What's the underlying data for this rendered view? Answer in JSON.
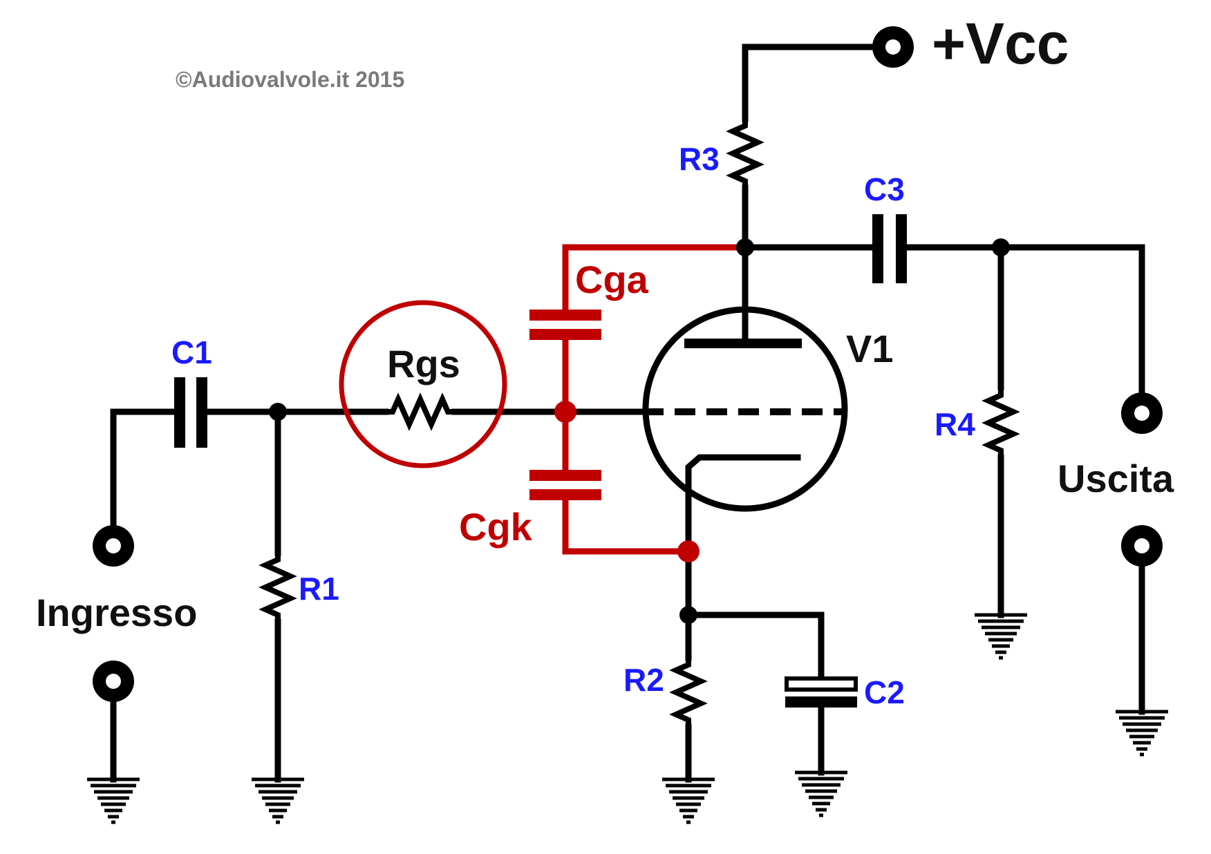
{
  "copyright": "©Audiovalvole.it 2015",
  "supply": "+Vcc",
  "components": {
    "c1": "C1",
    "c2": "C2",
    "c3": "C3",
    "r1": "R1",
    "r2": "R2",
    "r3": "R3",
    "r4": "R4",
    "rgs": "Rgs",
    "v1": "V1",
    "cga": "Cga",
    "cgk": "Cgk"
  },
  "terminals": {
    "input": "Ingresso",
    "output": "Uscita"
  },
  "colors": {
    "wire": "#000000",
    "parasitic": "#c00000",
    "component_label": "#1a1aff",
    "copyright": "#7a7a7a"
  }
}
